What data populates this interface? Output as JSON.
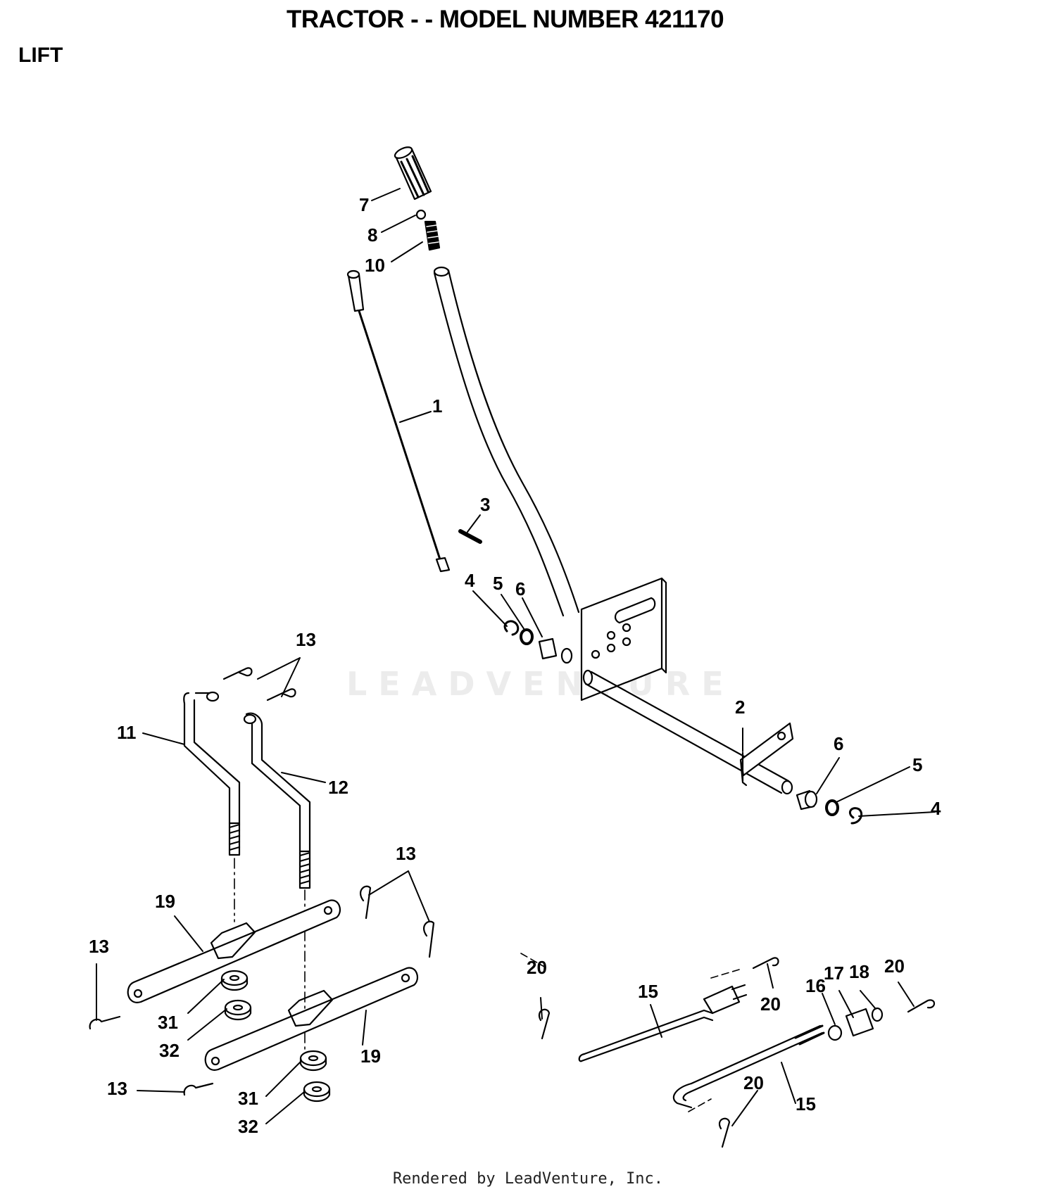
{
  "header": {
    "title": "TRACTOR - - MODEL NUMBER 421170",
    "section": "LIFT"
  },
  "watermark": "LEADVENTURE",
  "footer": "Rendered by LeadVenture, Inc.",
  "callouts": {
    "c1": "1",
    "c2": "2",
    "c3": "3",
    "c4a": "4",
    "c4b": "4",
    "c5a": "5",
    "c5b": "5",
    "c6a": "6",
    "c6b": "6",
    "c7": "7",
    "c8": "8",
    "c10": "10",
    "c11": "11",
    "c12": "12",
    "c13a": "13",
    "c13b": "13",
    "c13c": "13",
    "c13d": "13",
    "c15a": "15",
    "c15b": "15",
    "c16": "16",
    "c17": "17",
    "c18": "18",
    "c19a": "19",
    "c19b": "19",
    "c20a": "20",
    "c20b": "20",
    "c20c": "20",
    "c20d": "20",
    "c31a": "31",
    "c31b": "31",
    "c32a": "32",
    "c32b": "32"
  }
}
